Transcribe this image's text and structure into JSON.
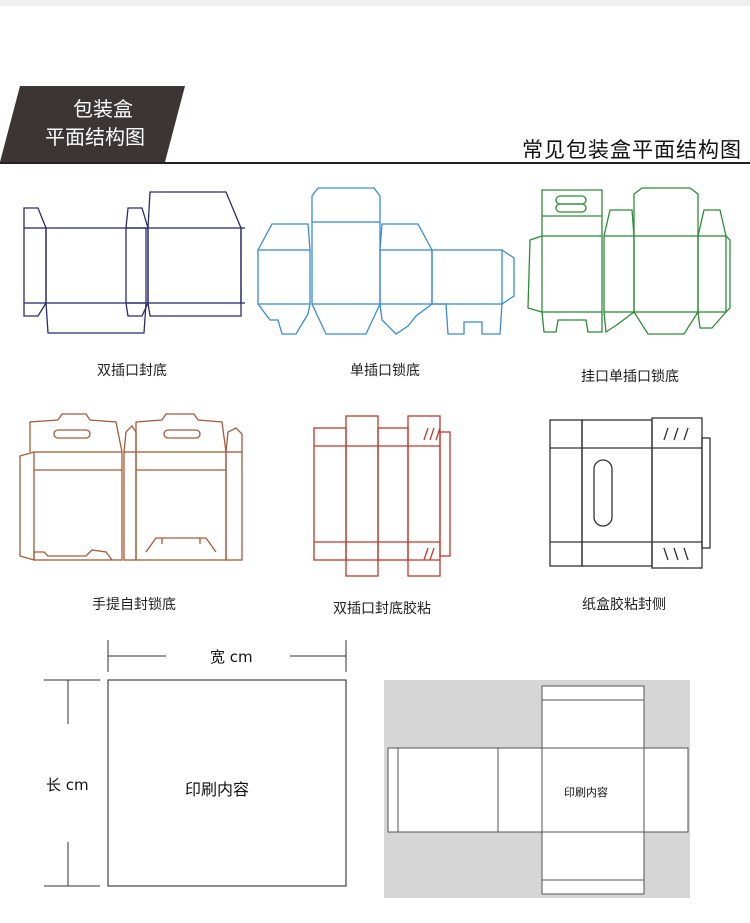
{
  "banner": {
    "badge_line1": "包装盒",
    "badge_line2": "平面结构图",
    "heading": "常见包装盒平面结构图"
  },
  "boxes": [
    {
      "label": "双插口封底",
      "color": "#2c2a6e"
    },
    {
      "label": "单插口锁底",
      "color": "#3a8ad6"
    },
    {
      "label": "挂口单插口锁底",
      "color": "#2e8b3a"
    },
    {
      "label": "手提自封锁底",
      "color": "#a65a3a"
    },
    {
      "label": "双插口封底胶粘",
      "color": "#c0392b"
    },
    {
      "label": "纸盒胶粘封侧",
      "color": "#333333"
    }
  ],
  "spec": {
    "width_label": "宽 cm",
    "length_label": "长 cm",
    "print_label": "印刷内容",
    "net_print_label": "印刷内容"
  }
}
